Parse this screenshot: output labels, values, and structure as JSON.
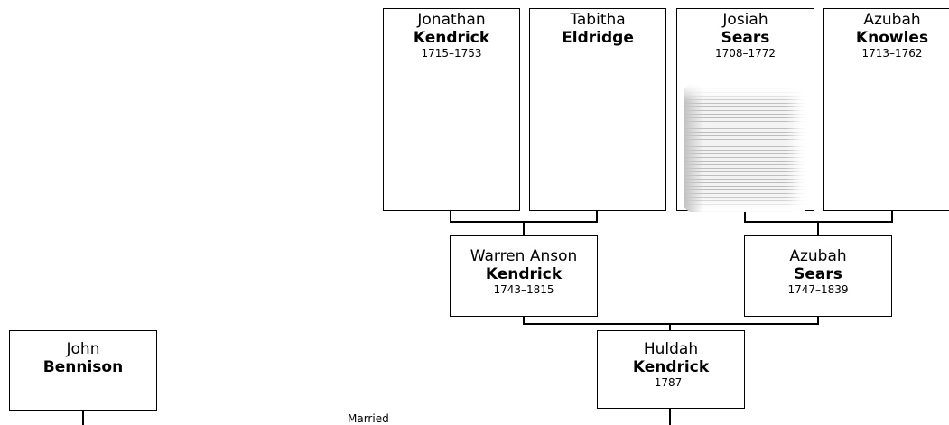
{
  "people": {
    "jonathan_kendrick": {
      "given": "Jonathan",
      "surname": "Kendrick",
      "dates": "1715–1753"
    },
    "tabitha_eldridge": {
      "given": "Tabitha",
      "surname": "Eldridge",
      "dates": ""
    },
    "josiah_sears": {
      "given": "Josiah",
      "surname": "Sears",
      "dates": "1708–1772"
    },
    "azubah_knowles": {
      "given": "Azubah",
      "surname": "Knowles",
      "dates": "1713–1762"
    },
    "warren_anson_kendrick": {
      "given": "Warren Anson",
      "surname": "Kendrick",
      "dates": "1743–1815"
    },
    "azubah_sears": {
      "given": "Azubah",
      "surname": "Sears",
      "dates": "1747–1839"
    },
    "huldah_kendrick": {
      "given": "Huldah",
      "surname": "Kendrick",
      "dates": "1787–"
    },
    "john_bennison": {
      "given": "John",
      "surname": "Bennison",
      "dates": ""
    }
  },
  "married_label": "Married",
  "colors": {
    "line": "#000000",
    "box_border": "#000000",
    "background": "#ffffff"
  }
}
